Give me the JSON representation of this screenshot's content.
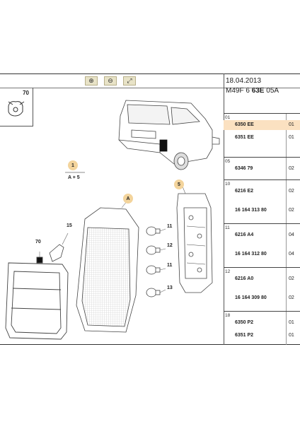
{
  "toolbar": {
    "buttons": [
      {
        "icon": "zoom-in-icon",
        "glyph": "⊕"
      },
      {
        "icon": "zoom-out-icon",
        "glyph": "⊖"
      },
      {
        "icon": "zoom-fit-icon",
        "glyph": "⤢"
      }
    ]
  },
  "header": {
    "date": "18.04.2013",
    "ref_prefix": "M49F 6 ",
    "ref_bold": "63E",
    "ref_suffix": " 05A"
  },
  "thumbnail": {
    "number": "70"
  },
  "diagram": {
    "labels": {
      "c1": "1",
      "c1_sub": "A + 5",
      "cA": "A",
      "c5": "5",
      "c15": "15",
      "c70": "70",
      "c11a": "11",
      "c12": "12",
      "c11b": "11",
      "c13": "13"
    }
  },
  "parts": {
    "groups": [
      {
        "index": "01",
        "rows": [
          {
            "code": "6350 EE",
            "qty": "01",
            "highlight": true
          },
          {
            "code": "6351 EE",
            "qty": "01"
          }
        ]
      },
      {
        "index": "05",
        "rows": [
          {
            "code": "6346 79",
            "qty": "02"
          }
        ]
      },
      {
        "index": "10",
        "rows": [
          {
            "code": "6216 E2",
            "qty": "02"
          },
          {
            "code": "16 164 313 80",
            "qty": "02"
          }
        ]
      },
      {
        "index": "11",
        "rows": [
          {
            "code": "6216 A4",
            "qty": "04"
          },
          {
            "code": "16 164 312 80",
            "qty": "04"
          }
        ]
      },
      {
        "index": "12",
        "rows": [
          {
            "code": "6216 A0",
            "qty": "02"
          },
          {
            "code": "16 164 309 80",
            "qty": "02"
          }
        ]
      },
      {
        "index": "18",
        "rows": [
          {
            "code": "6350 P2",
            "qty": "01"
          },
          {
            "code": "6351 P2",
            "qty": "01"
          }
        ]
      }
    ]
  }
}
